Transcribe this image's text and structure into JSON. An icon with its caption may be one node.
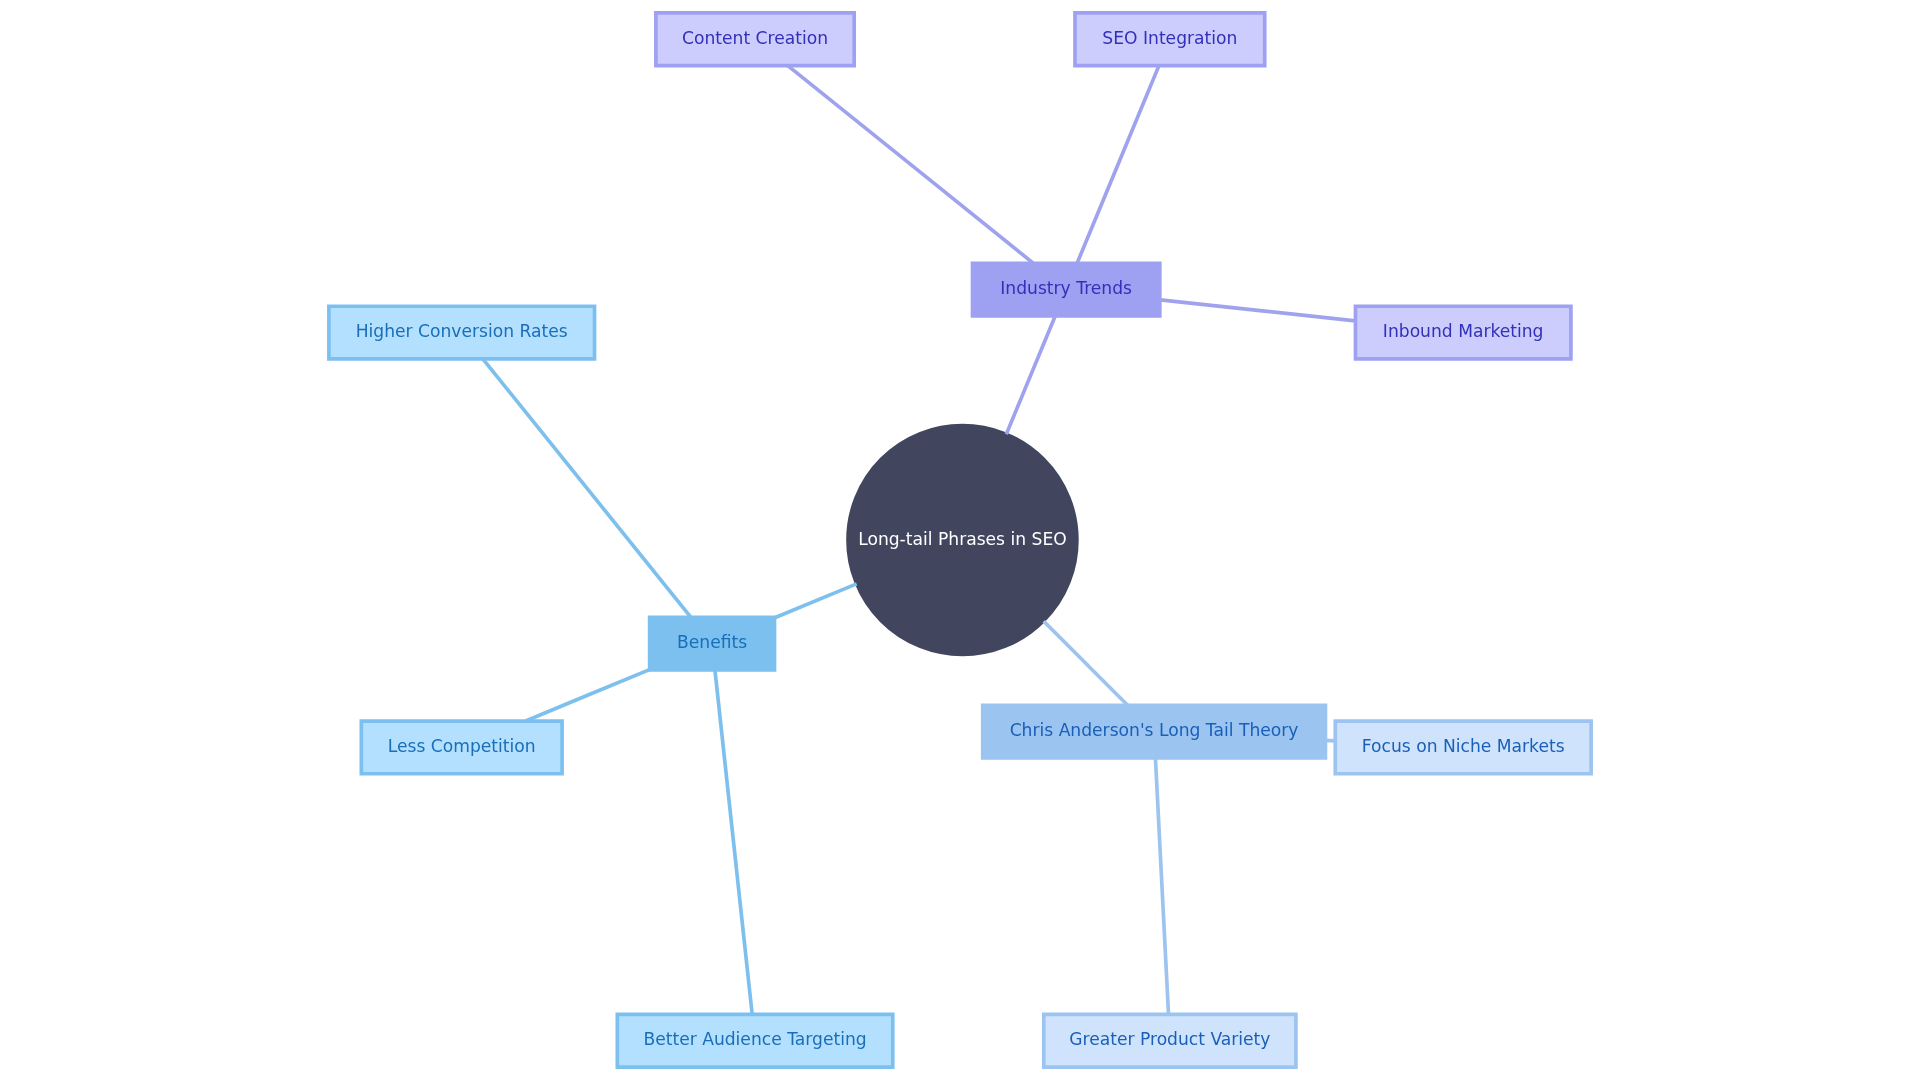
{
  "diagram": {
    "nodes": [
      {
        "text": [
          "Long-tail Phrases in SEO"
        ]
      },
      {
        "text": [
          "Industry Trends"
        ]
      },
      {
        "text": [
          "Inbound Marketing"
        ]
      },
      {
        "text": [
          "SEO Integration"
        ]
      },
      {
        "text": [
          "Content Creation"
        ]
      },
      {
        "text": [
          "Benefits"
        ]
      },
      {
        "text": [
          "Higher Conversion Rates"
        ]
      },
      {
        "text": [
          "Less Competition"
        ]
      },
      {
        "text": [
          "Better Audience Targeting"
        ]
      },
      {
        "text": [
          "Chris Anderson's Long Tail Theory"
        ]
      },
      {
        "text": [
          "Greater Product Variety"
        ]
      },
      {
        "text": [
          "Focus on Niche Markets"
        ]
      }
    ],
    "edges": [
      {
        "from": 0,
        "to": 1,
        "arrow": "none",
        "color": "#9fa3ee"
      },
      {
        "from": 1,
        "to": 2,
        "arrow": "none",
        "color": "#9fa3ee"
      },
      {
        "from": 1,
        "to": 3,
        "arrow": "none",
        "color": "#9fa3ee"
      },
      {
        "from": 1,
        "to": 4,
        "arrow": "none",
        "color": "#9fa3ee"
      },
      {
        "from": 0,
        "to": 5,
        "arrow": "none",
        "color": "#7dc0ee"
      },
      {
        "from": 5,
        "to": 6,
        "arrow": "none",
        "color": "#7dc0ee"
      },
      {
        "from": 5,
        "to": 7,
        "arrow": "none",
        "color": "#7dc0ee"
      },
      {
        "from": 5,
        "to": 8,
        "arrow": "none",
        "color": "#7dc0ee"
      },
      {
        "from": 0,
        "to": 9,
        "arrow": "none",
        "color": "#9cc4ee"
      },
      {
        "from": 9,
        "to": 10,
        "arrow": "none",
        "color": "#9cc4ee"
      },
      {
        "from": 9,
        "to": 11,
        "arrow": "none",
        "color": "#9cc4ee"
      }
    ]
  }
}
